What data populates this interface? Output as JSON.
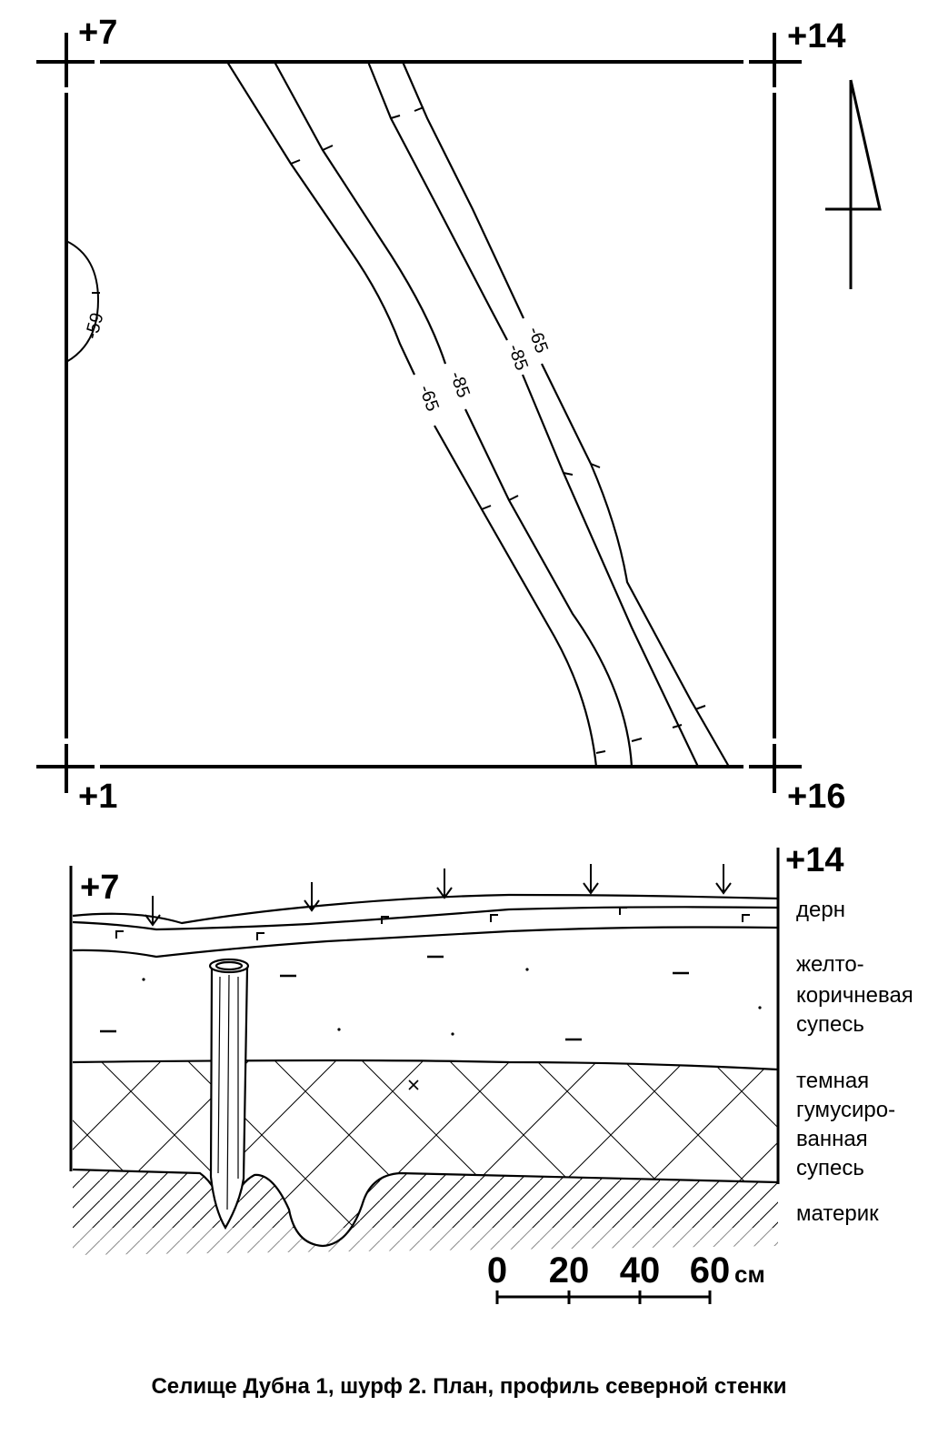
{
  "plan": {
    "corners": {
      "top_left": "+7",
      "top_right": "+14",
      "bottom_left": "+1",
      "bottom_right": "+16"
    },
    "depths": {
      "pit": "-59",
      "a": "-65",
      "b": "-85",
      "c": "-85",
      "d": "-65"
    },
    "north_arrow": "north-arrow-icon"
  },
  "profile": {
    "corners": {
      "left": "+7",
      "right": "+14"
    },
    "layers": {
      "sod": "дерн",
      "sandy_loam_1": "желто-",
      "sandy_loam_2": "коричневая",
      "sandy_loam_3": "супесь",
      "humus_1": "темная",
      "humus_2": "гумусиро-",
      "humus_3": "ванная",
      "humus_4": "супесь",
      "subsoil": "материк"
    }
  },
  "scale": {
    "t0": "0",
    "t20": "20",
    "t40": "40",
    "t60": "60",
    "unit": "см"
  },
  "caption": "Селище Дубна 1, шурф 2. План, профиль северной стенки"
}
